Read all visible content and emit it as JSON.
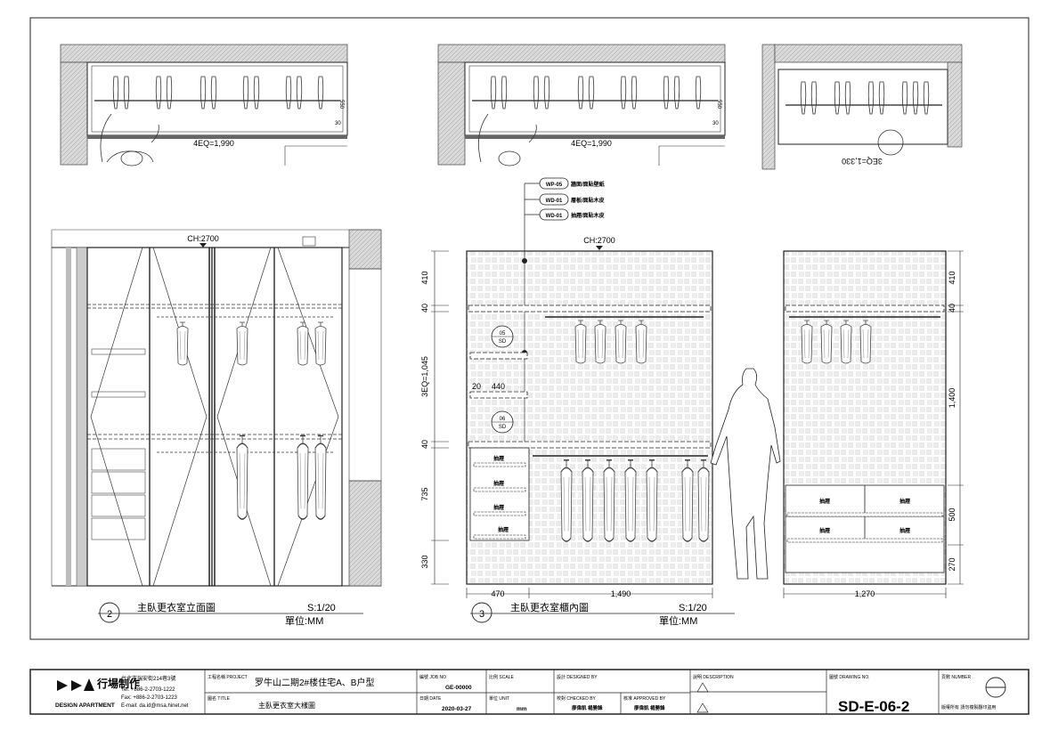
{
  "plans": {
    "plan1_dim": "4EQ=1,990",
    "plan1_side_a": "550",
    "plan1_side_b": "30",
    "plan2_dim": "4EQ=1,990",
    "plan2_side_a": "550",
    "plan2_side_b": "30",
    "plan3_dim": "3EQ=1,330"
  },
  "elev2": {
    "ch": "CH:2700",
    "number": "2",
    "title": "主臥更衣室立面圖",
    "scale": "S:1/20",
    "unit": "單位:MM"
  },
  "elev3": {
    "ch": "CH:2700",
    "number": "3",
    "title": "主臥更衣室櫃內圖",
    "scale": "S:1/20",
    "unit": "單位:MM",
    "callouts": [
      {
        "code": "WP-05",
        "text": "牆面/面貼壁紙"
      },
      {
        "code": "WD-01",
        "text": "層板/面貼木皮"
      },
      {
        "code": "WD-01",
        "text": "抽屜/面貼木皮"
      }
    ],
    "dims_left": [
      "410",
      "40",
      "3EQ=1,045",
      "40",
      "735",
      "330"
    ],
    "dims_bottom": [
      "470",
      "1,490"
    ],
    "inner_dims": [
      "20",
      "440"
    ],
    "sd_tags": [
      {
        "num": "05",
        "sd": "SD"
      },
      {
        "num": "06",
        "sd": "SD"
      }
    ],
    "drawer_label": "抽屜"
  },
  "elev4": {
    "dims_right": [
      "410",
      "40",
      "1,400",
      "500",
      "270"
    ],
    "dim_bottom": "1,270",
    "drawer_label": "抽屜"
  },
  "titleblock": {
    "logo_cn": "行場制作",
    "logo_en": "DESIGN APARTMENT",
    "address": "台北市瑞安街214巷3號",
    "tel": "Tel:  +886-2-2703-1222",
    "fax": "Fax:  +886-2-2703-1223",
    "email": "E-mail:  da.id@msa.hinet.net",
    "project_label": "工程名稱 PROJECT",
    "project": "罗牛山二期2#楼住宅A、B户型",
    "title_label": "圖名 TITLE",
    "title": "主臥更衣室大樣圖",
    "job_label": "編號 JOB NO",
    "job": "GE-00000",
    "date_label": "日期 DATE",
    "date": "2020-03-27",
    "scale_label": "比例 SCALE",
    "unit_label": "單位 UNIT",
    "unit": "mm",
    "designed_label": "設計 DESIGNED BY",
    "checked_label": "校對 CHECKED BY",
    "checked": "廖偉凱 楊勝鋒",
    "approved_label": "核准 APPROVED BY",
    "approved": "廖偉凱 楊勝鋒",
    "desc_label": "說明 DESCRIPTION",
    "drawing_label": "圖號 DRAWING NO.",
    "drawing_no": "SD-E-06-2",
    "number_label": "頁數 NUMBER",
    "note": "版權所有 請勿複製翻印盜用"
  }
}
